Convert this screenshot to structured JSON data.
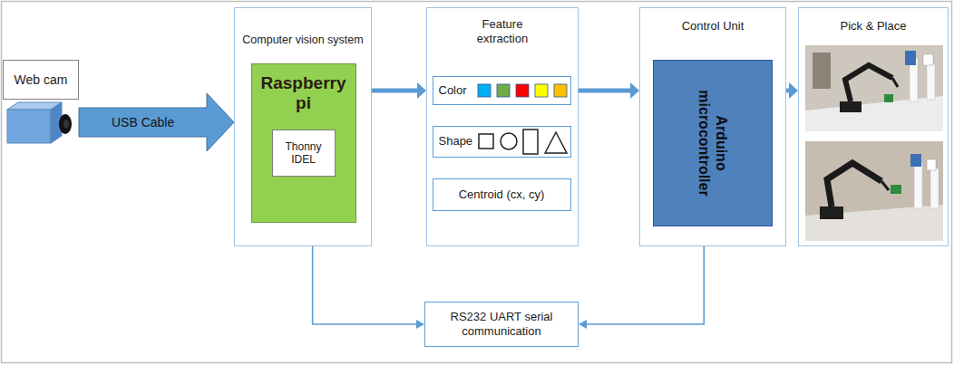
{
  "diagram": {
    "nodes": [
      {
        "text": [
          "Web cam"
        ]
      },
      {
        "text": [
          "Computer vision system"
        ]
      },
      {
        "text": [
          "Raspberry pi"
        ],
        "in": 1
      },
      {
        "text": [
          "Thonny IDEL"
        ],
        "in": 2
      },
      {
        "text": [
          "Feature extraction"
        ]
      },
      {
        "text": [
          "Color"
        ],
        "in": 4
      },
      {
        "text": [
          "Shape"
        ],
        "in": 4
      },
      {
        "text": [
          "Centroid (cx, cy)"
        ],
        "in": 4
      },
      {
        "text": [
          "Control Unit"
        ]
      },
      {
        "text": [
          "Arduino microcontroller"
        ],
        "in": 8
      },
      {
        "text": [
          "Pick & Place"
        ]
      },
      {
        "text": [
          "RS232 UART serial communication"
        ]
      }
    ],
    "edges": [
      {
        "from": 0,
        "to": 1,
        "label": "USB Cable",
        "arrow": "to"
      },
      {
        "from": 1,
        "to": 4,
        "arrow": "to"
      },
      {
        "from": 4,
        "to": 8,
        "arrow": "to"
      },
      {
        "from": 8,
        "to": 10,
        "arrow": "to"
      },
      {
        "from": 1,
        "to": 11,
        "arrow": "to"
      },
      {
        "from": 8,
        "to": 11,
        "arrow": "to"
      }
    ]
  }
}
